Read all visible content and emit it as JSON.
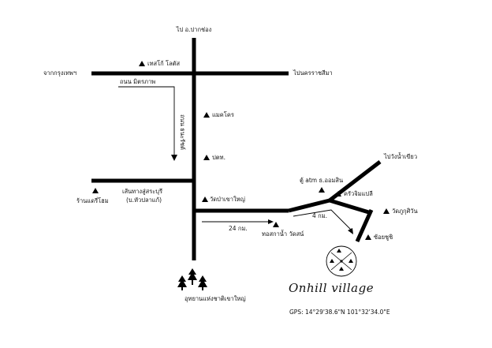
{
  "labels": {
    "to_pak_chong": "ไป อ.ปากช่อง",
    "tesco_lotus": "เทสโก้ โลตัส",
    "from_bangkok": "จากกรุงเทพฯ",
    "to_korat": "ไปนครราชสีมา",
    "mittraphap_rd": "ถนน มิตรภาพ",
    "saraburi_rd": "ถนน ธนะรัชต์",
    "makro": "แมคโคร",
    "ptt": "ปตท.",
    "to_wang_nam_khiao": "ไปวังน้ำเขียว",
    "atm": "ตู้ atm ธ.ออมสิน",
    "wat_pa_khao_yai": "วัดป่าเขาใหญ่",
    "krua_chom_pel": "ครัวจิมแปลี",
    "wat_phukhuwan": "วัดภูกุศิวัน",
    "dairy_home": "ร้านแดรี่โฮม",
    "saraburi_line": "เส้นทางสู่สระบุรี",
    "hua_pla": "(บ.หัวปลาแก้)",
    "distance_24": "24 กม.",
    "water_tank": "ทอสกาน้ำ วัดสน์",
    "distance_4": "4 กม.",
    "chiang_dee": "ซ้อยชูชิ",
    "khao_yai_park": "อุทยานแห่งชาติเขาใหญ่",
    "brand": "Onhill village",
    "gps": "GPS: 14°29'38.6\"N 101°32'34.0\"E"
  },
  "icons": {
    "landmark": "triangle-marker-icon",
    "forest": "pine-tree-icon",
    "logo": "onhill-village-logo"
  }
}
